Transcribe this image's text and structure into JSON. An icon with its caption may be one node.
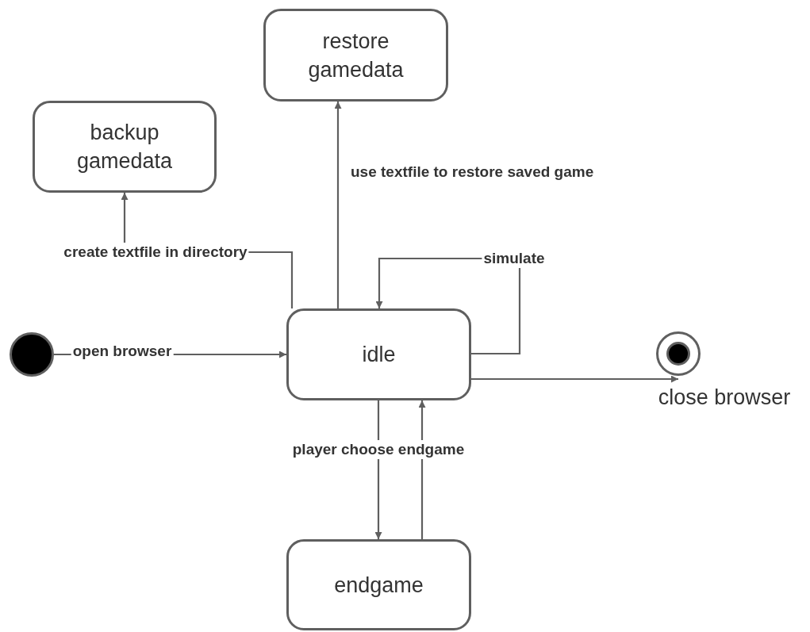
{
  "diagram": {
    "nodes": [
      {
        "text": [],
        "shape": "circle"
      },
      {
        "text": [
          "backup gamedata"
        ]
      },
      {
        "text": [
          "restore gamedata"
        ]
      },
      {
        "text": [
          "idle"
        ]
      },
      {
        "text": [],
        "shape": "circle",
        "beside": [
          "close browser"
        ]
      },
      {
        "text": [
          "endgame"
        ]
      }
    ],
    "edges": [
      {
        "from": 0,
        "to": 3,
        "arrow": "to",
        "label": "open browser"
      },
      {
        "from": 3,
        "to": 1,
        "arrow": "to",
        "label": "create textfile in directory"
      },
      {
        "from": 3,
        "to": 2,
        "arrow": "to",
        "label": "use textfile to restore saved game"
      },
      {
        "from": 3,
        "to": 3,
        "arrow": "to",
        "label": "simulate"
      },
      {
        "from": 3,
        "to": 4,
        "arrow": "to"
      },
      {
        "from": 3,
        "to": 5,
        "arrow": "to",
        "label": "player choose endgame"
      },
      {
        "from": 5,
        "to": 3,
        "arrow": "to"
      }
    ]
  }
}
